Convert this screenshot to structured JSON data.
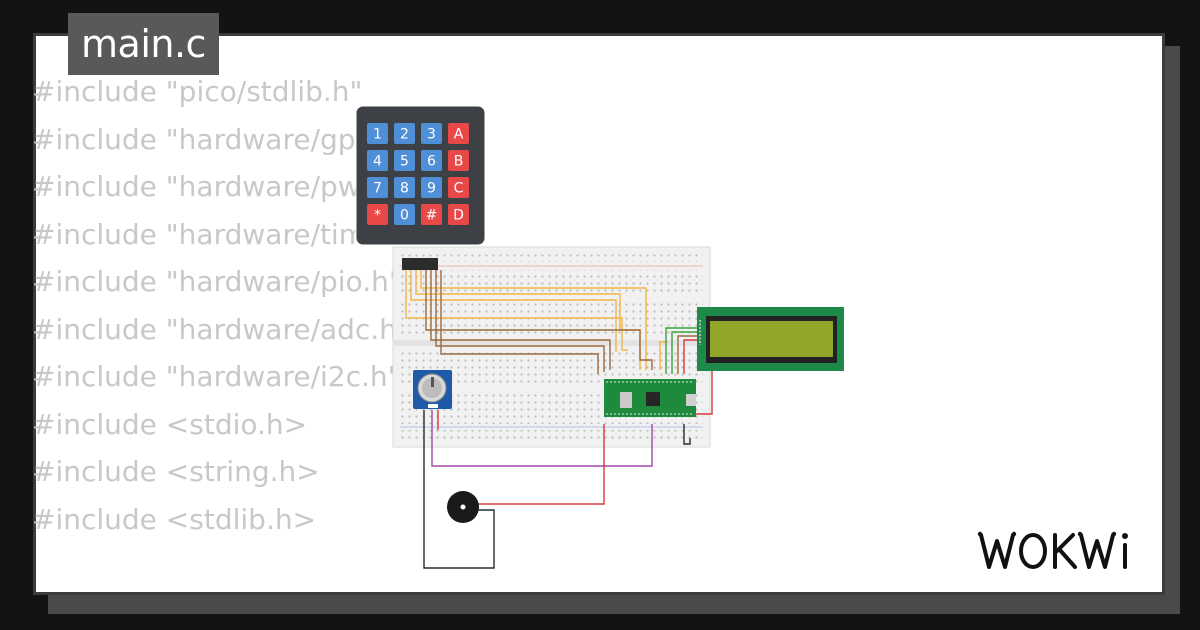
{
  "editor": {
    "filename": "main.c",
    "code_lines": [
      "#include \"pico/stdlib.h\"",
      "#include \"hardware/gpio.h\"",
      "#include \"hardware/pwm.h\"",
      "#include \"hardware/timer.h\"",
      "#include \"hardware/pio.h\"",
      "#include \"hardware/adc.h\"",
      "#include \"hardware/i2c.h\"",
      "#include <stdio.h>",
      "#include <string.h>",
      "#include <stdlib.h>"
    ]
  },
  "keypad": {
    "keys": [
      "1",
      "2",
      "3",
      "A",
      "4",
      "5",
      "6",
      "B",
      "7",
      "8",
      "9",
      "C",
      "*",
      "0",
      "#",
      "D"
    ]
  },
  "brand": {
    "name": "WOKWI"
  },
  "colors": {
    "keypad_body": "#3d4045",
    "key_blue": "#4f8fd8",
    "key_red": "#e84848",
    "lcd_pcb": "#1d8a4a",
    "lcd_screen": "#8fa629",
    "pico_pcb": "#1d8a3c",
    "wire_orange": "#f3b545",
    "wire_brown": "#9c6a3e",
    "wire_green": "#3aa33a",
    "wire_red": "#d83a3a",
    "wire_purple": "#a04aa8"
  }
}
